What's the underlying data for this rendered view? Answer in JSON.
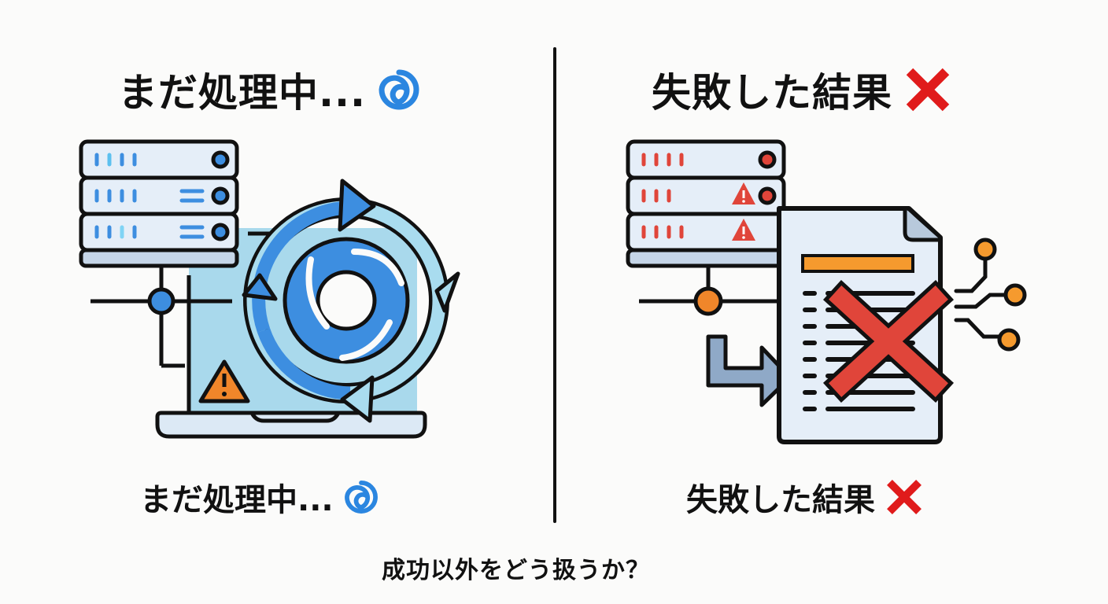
{
  "left_panel": {
    "title": "まだ処理中...",
    "title_icon": "cyclone-icon",
    "caption": "まだ処理中...",
    "caption_icon": "cyclone-icon",
    "illustration": "server-with-laptop-and-spinning-cycle-arrows",
    "accent_color": "#3d8ee0",
    "warning_color": "#f0862a"
  },
  "right_panel": {
    "title": "失敗した結果",
    "title_icon": "cross-mark-icon",
    "caption": "失敗した結果",
    "caption_icon": "cross-mark-icon",
    "illustration": "server-with-warnings-and-crossed-out-document",
    "accent_color": "#e0453a",
    "highlight_color": "#f59a2e"
  },
  "footer": {
    "question": "成功以外をどう扱うか？"
  }
}
